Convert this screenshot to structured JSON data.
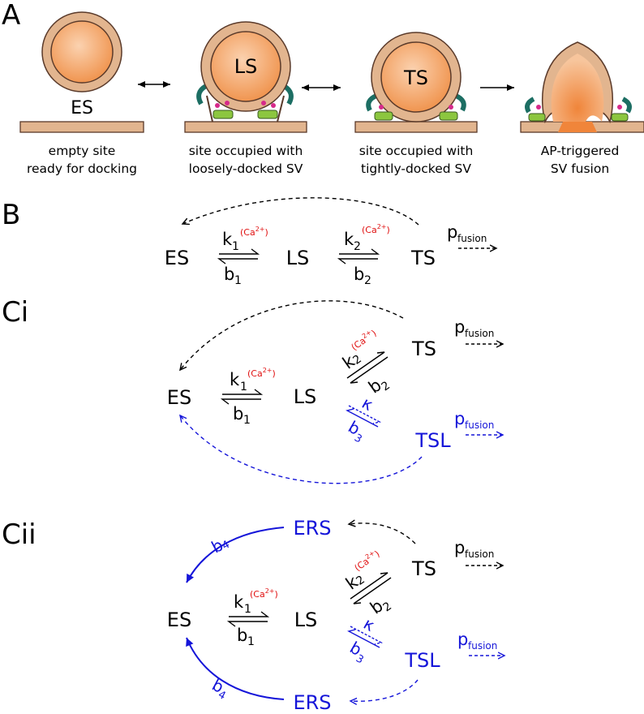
{
  "colors": {
    "black": "#000000",
    "blue": "#1515d9",
    "red": "#e01010",
    "membrane": "#e2b58f",
    "vesicle_core": "#f3a368",
    "protein_teal": "#1c6e63",
    "protein_green": "#8cc63f",
    "protein_pink": "#d62a8a"
  },
  "panels": {
    "A": {
      "label": "A",
      "stages": [
        {
          "state": "ES",
          "caption1": "empty site",
          "caption2": "ready for docking"
        },
        {
          "state": "LS",
          "caption1": "site occupied with",
          "caption2": "loosely-docked SV"
        },
        {
          "state": "TS",
          "caption1": "site occupied with",
          "caption2": "tightly-docked SV"
        },
        {
          "state": "",
          "caption1": "AP-triggered",
          "caption2": "SV fusion"
        }
      ]
    },
    "B": {
      "label": "B",
      "ES": "ES",
      "LS": "LS",
      "TS": "TS",
      "k1": "k",
      "k1_sub": "1",
      "b1": "b",
      "b1_sub": "1",
      "k2": "k",
      "k2_sub": "2",
      "b2": "b",
      "b2_sub": "2",
      "ca": "(Ca",
      "ca_sup": "2+",
      "ca_close": ")",
      "p": "p",
      "p_sub": "fusion"
    },
    "Ci": {
      "label": "Ci",
      "ES": "ES",
      "LS": "LS",
      "TS": "TS",
      "TSL": "TSL",
      "k1": "k",
      "k1_sub": "1",
      "b1": "b",
      "b1_sub": "1",
      "k2": "k",
      "k2_sub": "2",
      "b2": "b",
      "b2_sub": "2",
      "kappa": "κ",
      "b3": "b",
      "b3_sub": "3",
      "ca": "(Ca",
      "ca_sup": "2+",
      "ca_close": ")",
      "p": "p",
      "p_sub": "fusion",
      "p_blue": "p",
      "p_blue_sub": "fusion"
    },
    "Cii": {
      "label": "Cii",
      "ES": "ES",
      "LS": "LS",
      "TS": "TS",
      "TSL": "TSL",
      "ERS_top": "ERS",
      "ERS_bottom": "ERS",
      "k1": "k",
      "k1_sub": "1",
      "b1": "b",
      "b1_sub": "1",
      "k2": "k",
      "k2_sub": "2",
      "b2": "b",
      "b2_sub": "2",
      "kappa": "κ",
      "b3": "b",
      "b3_sub": "3",
      "b4_top": "b",
      "b4_top_sub": "4",
      "b4_bottom": "b",
      "b4_bottom_sub": "4",
      "ca": "(Ca",
      "ca_sup": "2+",
      "ca_close": ")",
      "p": "p",
      "p_sub": "fusion",
      "p_blue": "p",
      "p_blue_sub": "fusion"
    }
  }
}
